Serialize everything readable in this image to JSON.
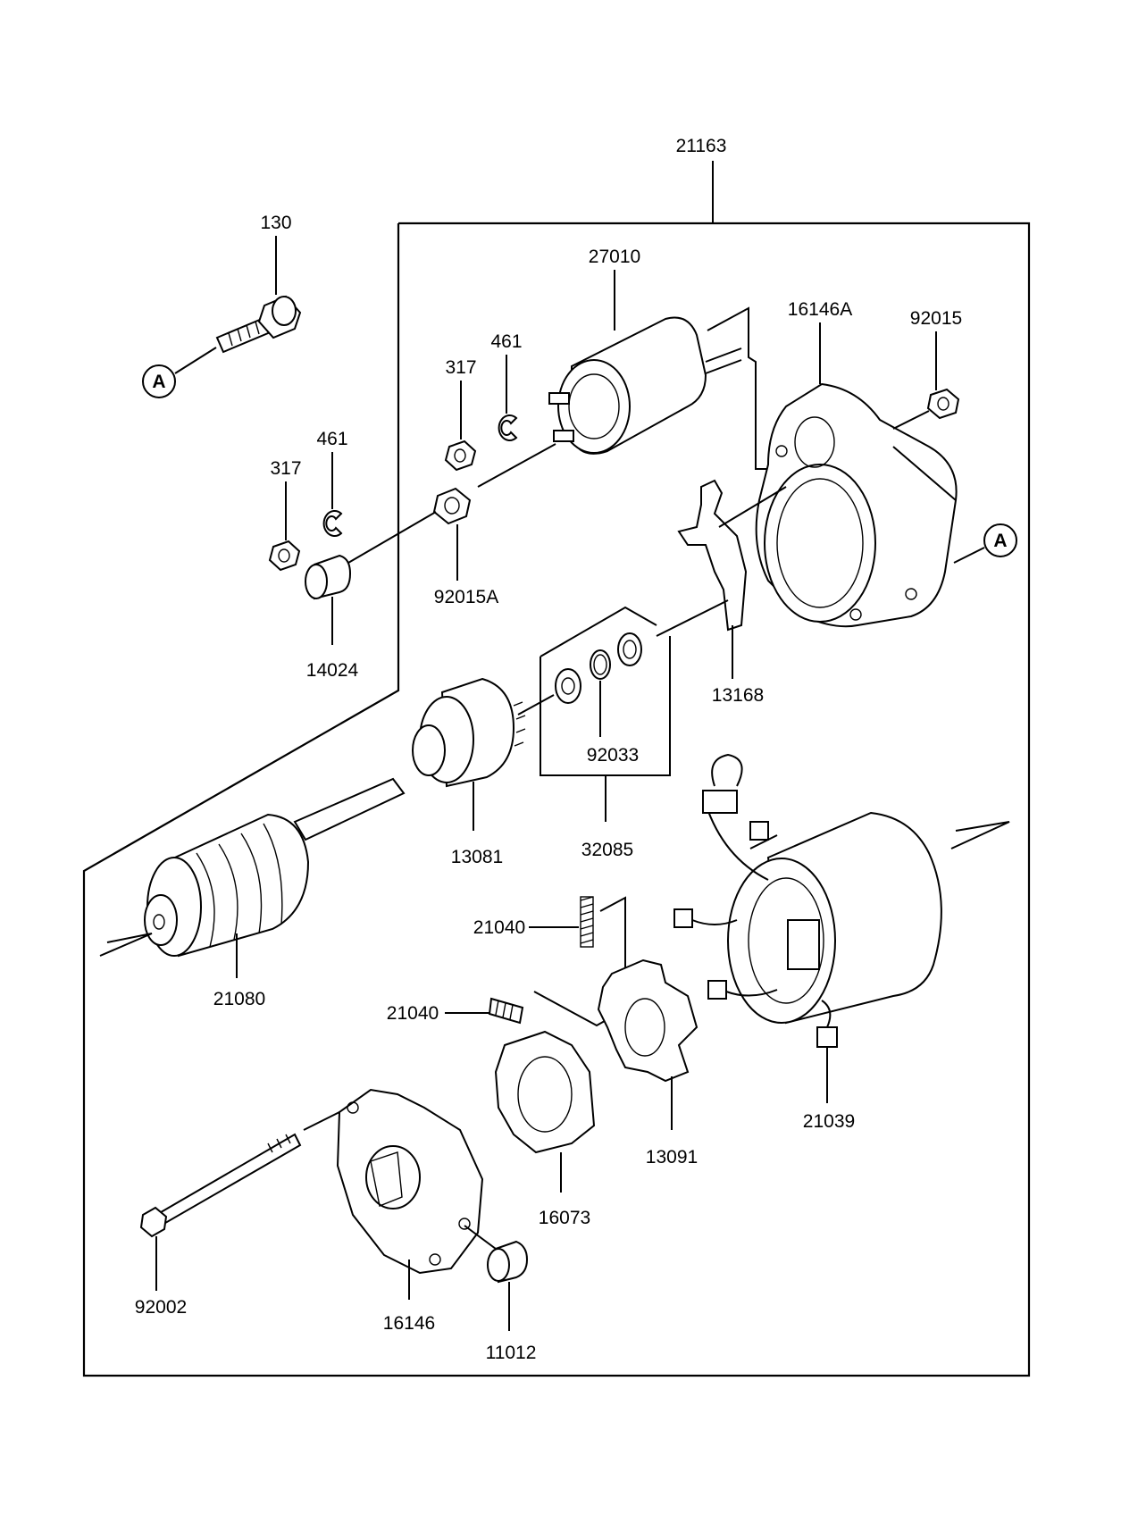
{
  "diagram": {
    "assembly_label": "21163",
    "ref_marker": "A",
    "parts": {
      "p130": "130",
      "p27010": "27010",
      "p16146A": "16146A",
      "p92015": "92015",
      "p461_top": "461",
      "p317_top": "317",
      "p461_left": "461",
      "p317_left": "317",
      "p92015A": "92015A",
      "p14024": "14024",
      "p13168": "13168",
      "p92033": "92033",
      "p32085": "32085",
      "p13081": "13081",
      "p21080": "21080",
      "p21040_a": "21040",
      "p21040_b": "21040",
      "p21039": "21039",
      "p13091": "13091",
      "p16073": "16073",
      "p92002": "92002",
      "p16146": "16146",
      "p11012": "11012"
    }
  }
}
